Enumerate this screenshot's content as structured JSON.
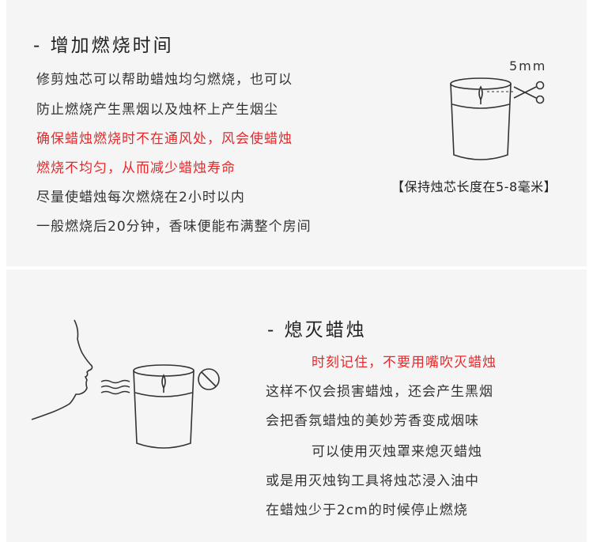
{
  "section1": {
    "title": "- 增加燃烧时间",
    "lines": [
      {
        "text": "修剪烛芯可以帮助蜡烛均匀燃烧，也可以",
        "color": "#333333"
      },
      {
        "text": "防止燃烧产生黑烟以及烛杯上产生烟尘",
        "color": "#333333"
      },
      {
        "text": "确保蜡烛燃烧时不在通风处，风会使蜡烛",
        "color": "#e8282a"
      },
      {
        "text": "燃烧不均匀，从而减少蜡烛寿命",
        "color": "#e8282a"
      },
      {
        "text": "尽量使蜡烛每次燃烧在2小时以内",
        "color": "#333333"
      },
      {
        "text": "一般燃烧后20分钟，香味便能布满整个房间",
        "color": "#333333"
      }
    ],
    "illustration": {
      "measure_label": "5mm",
      "caption": "【保持烛芯长度在5-8毫米】",
      "icons": [
        "candle-jar-icon",
        "scissors-icon"
      ]
    }
  },
  "section2": {
    "title": "- 熄灭蜡烛",
    "lines": [
      {
        "text": "时刻记住，不要用嘴吹灭蜡烛",
        "color": "#e8282a"
      },
      {
        "text": "这样不仅会损害蜡烛，还会产生黑烟",
        "color": "#333333"
      },
      {
        "text": "会把香氛蜡烛的美妙芳香变成烟味",
        "color": "#333333"
      },
      {
        "text": "可以使用灭烛罩来熄灭蜡烛",
        "color": "#333333"
      },
      {
        "text": "或是用灭烛钩工具将烛芯浸入油中",
        "color": "#333333"
      },
      {
        "text": "在蜡烛少于2cm的时候停止燃烧",
        "color": "#333333"
      }
    ],
    "illustration": {
      "icons": [
        "face-profile-icon",
        "blow-air-icon",
        "candle-jar-icon",
        "prohibited-icon"
      ]
    }
  },
  "colors": {
    "text": "#333333",
    "accent_red": "#e8282a",
    "panel_bg": "#f5f5f5"
  }
}
